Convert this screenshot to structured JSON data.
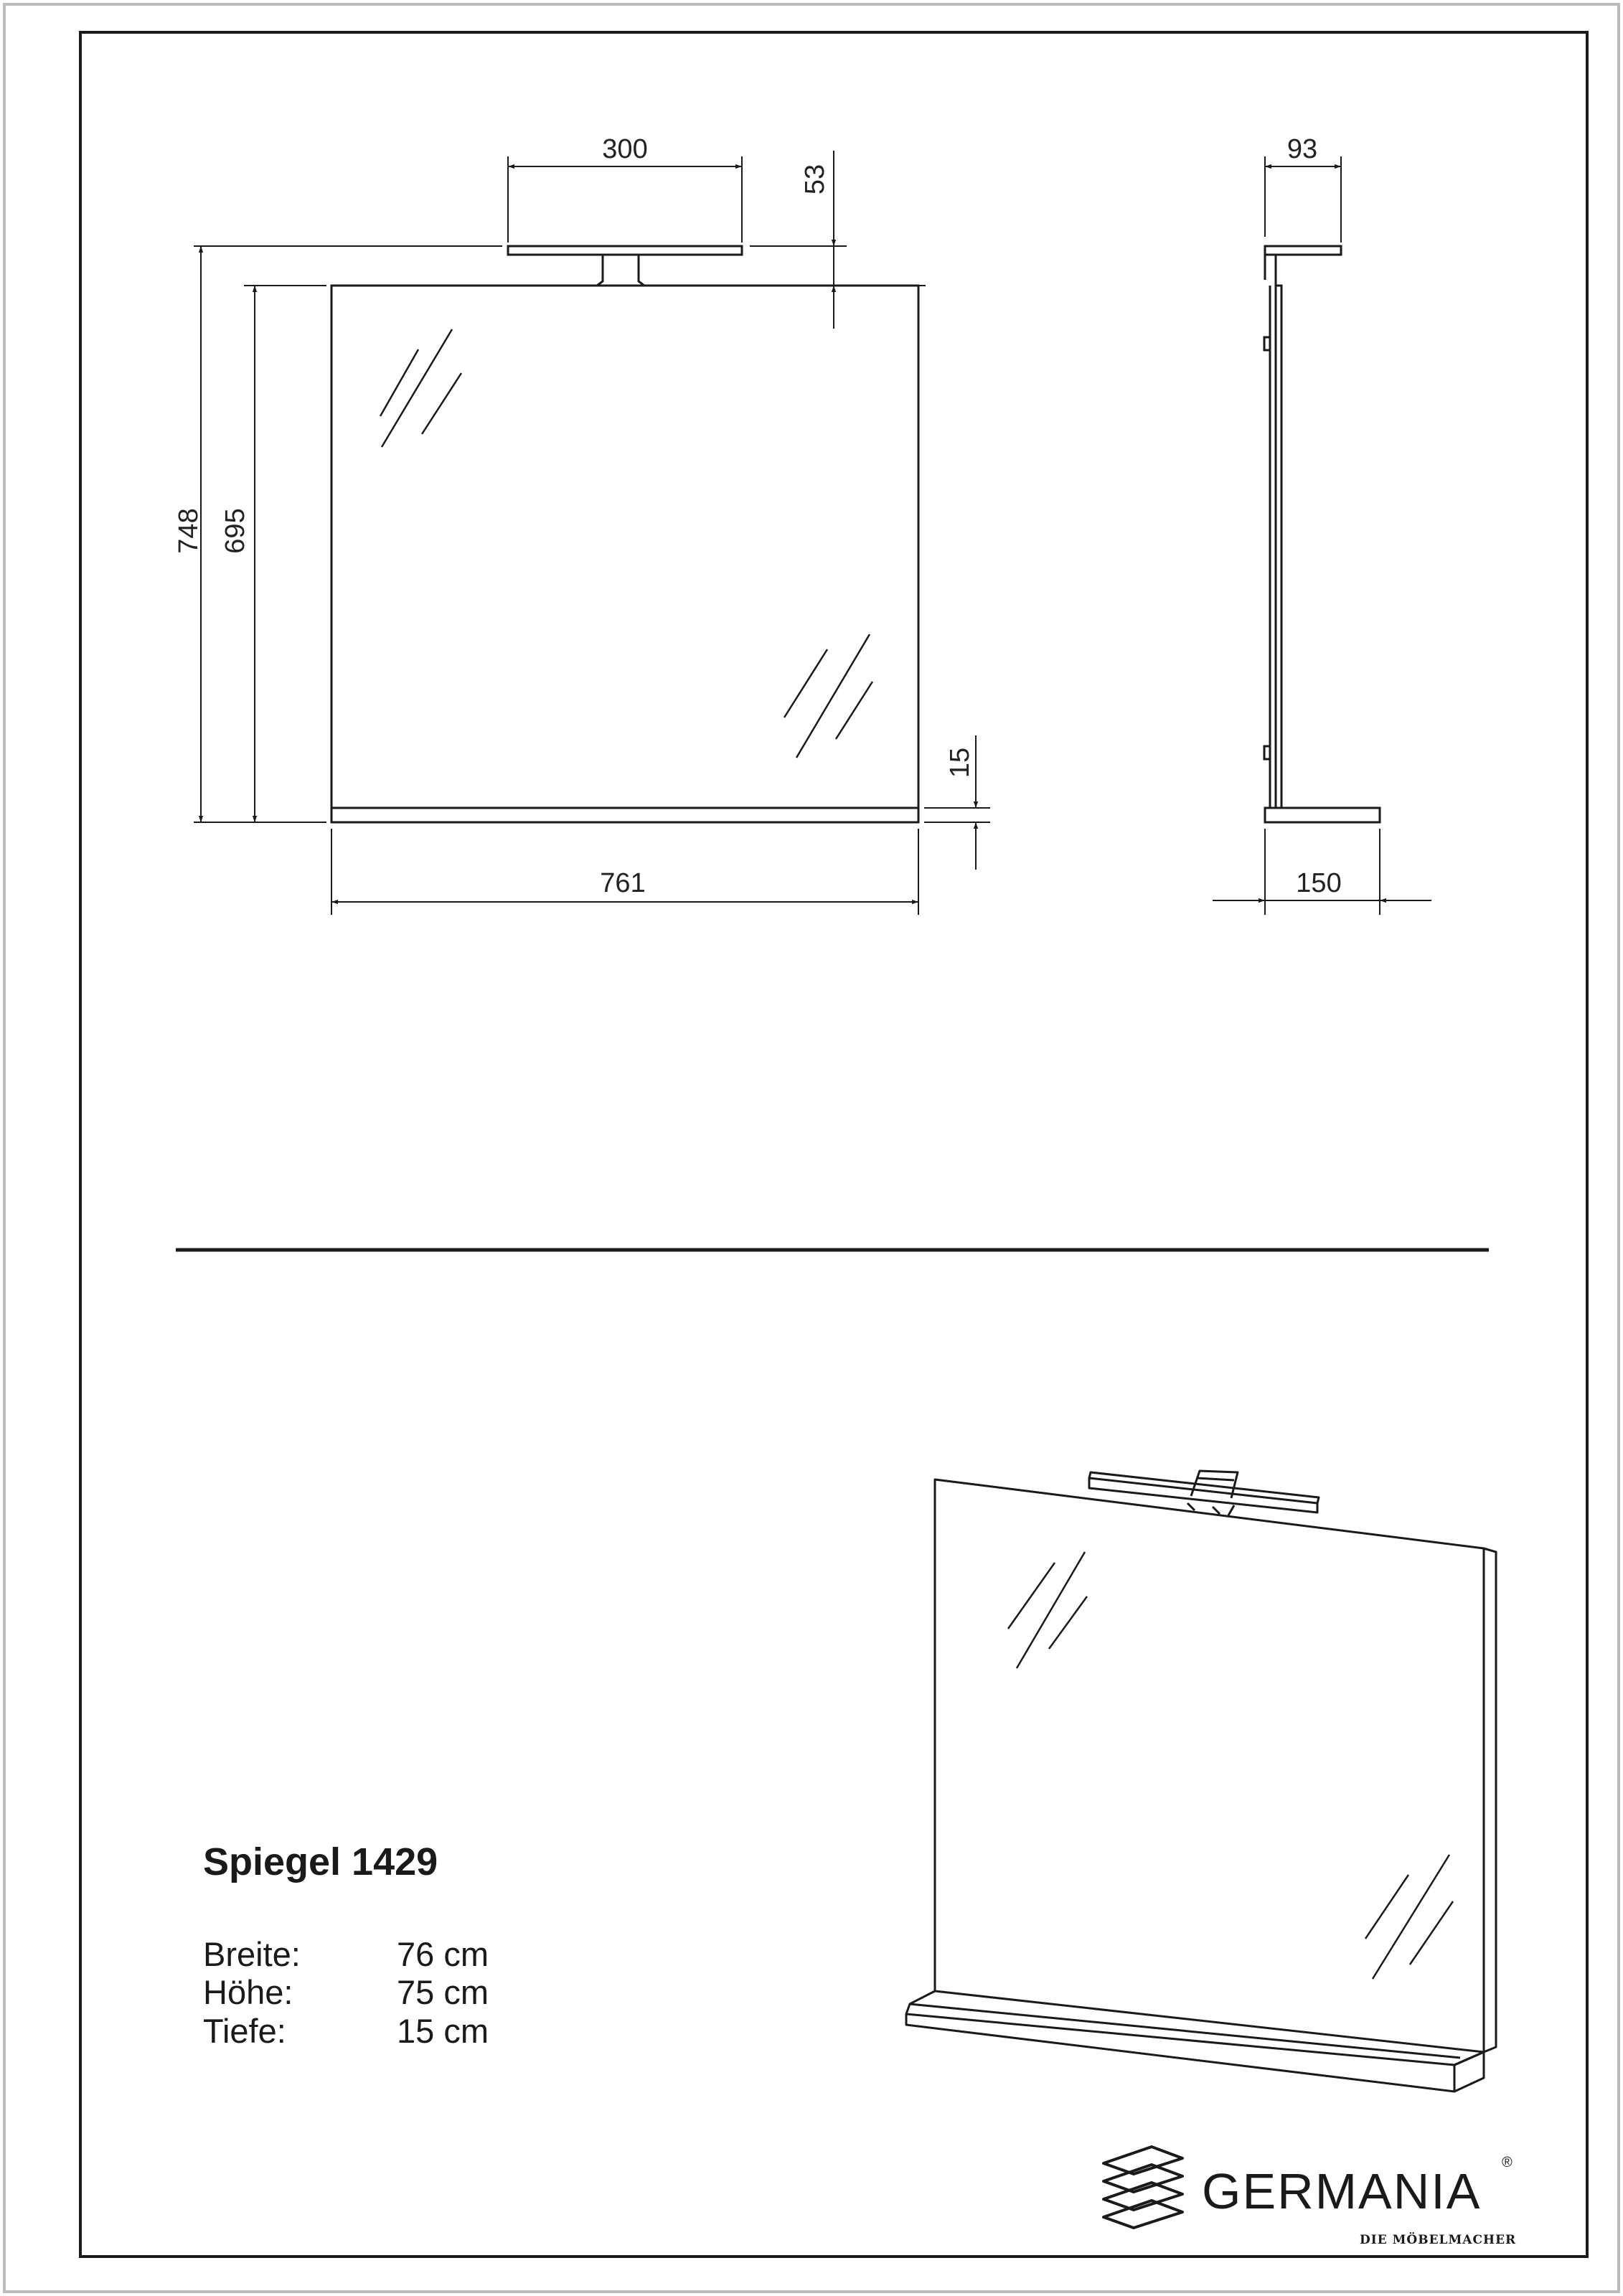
{
  "technical_drawing": {
    "front_view": {
      "dim_width_total": "761",
      "dim_height_total": "748",
      "dim_height_mirror": "695",
      "dim_lamp_width": "300",
      "dim_lamp_height": "53",
      "dim_shelf_height": "15"
    },
    "side_view": {
      "dim_lamp_depth": "93",
      "dim_shelf_depth": "150"
    }
  },
  "product": {
    "title": "Spiegel 1429",
    "specs": [
      {
        "label": "Breite:",
        "value": "76 cm"
      },
      {
        "label": "Höhe:",
        "value": "75 cm"
      },
      {
        "label": "Tiefe:",
        "value": "15 cm"
      }
    ]
  },
  "brand": {
    "name": "GERMANIA",
    "tagline": "DIE MÖBELMACHER"
  },
  "colors": {
    "line": "#1a1a1a",
    "outer_border": "#bbbbbb"
  }
}
